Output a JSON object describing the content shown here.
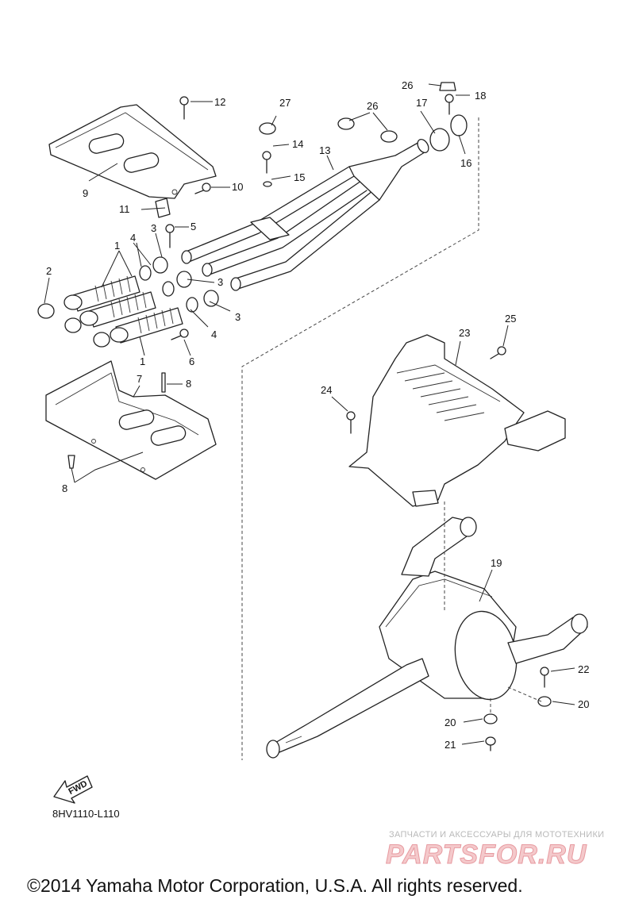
{
  "diagram_code": "8HV1110-L110",
  "fwd_label": "FWD",
  "copyright": "©2014 Yamaha Motor Corporation, U.S.A. All rights reserved.",
  "watermark": {
    "tagline": "ЗАПЧАСТИ И АКСЕССУАРЫ ДЛЯ МОТОТЕХНИКИ",
    "logo_text": "PARTSFOR.RU"
  },
  "callouts": {
    "c1a": "1",
    "c1b": "1",
    "c2": "2",
    "c3a": "3",
    "c3b": "3",
    "c3c": "3",
    "c4a": "4",
    "c4b": "4",
    "c5": "5",
    "c6": "6",
    "c7": "7",
    "c8a": "8",
    "c8b": "8",
    "c9": "9",
    "c10": "10",
    "c11": "11",
    "c12": "12",
    "c13": "13",
    "c14": "14",
    "c15": "15",
    "c16": "16",
    "c17": "17",
    "c18": "18",
    "c19": "19",
    "c20a": "20",
    "c20b": "20",
    "c21": "21",
    "c22": "22",
    "c23": "23",
    "c24": "24",
    "c25": "25",
    "c26a": "26",
    "c26b": "26",
    "c27": "27"
  }
}
